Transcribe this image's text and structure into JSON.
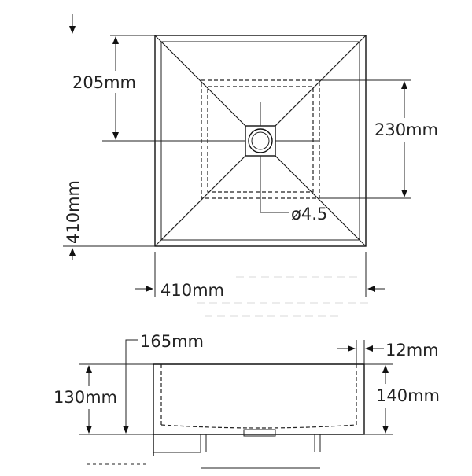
{
  "top_view": {
    "dim_205": "205mm",
    "dim_230": "230mm",
    "dim_410_vertical": "410mm",
    "dim_410_horizontal": "410mm",
    "drain_diameter": "ø4.5"
  },
  "side_view": {
    "dim_165": "165mm",
    "dim_12": "12mm",
    "dim_130": "130mm",
    "dim_140": "140mm"
  }
}
